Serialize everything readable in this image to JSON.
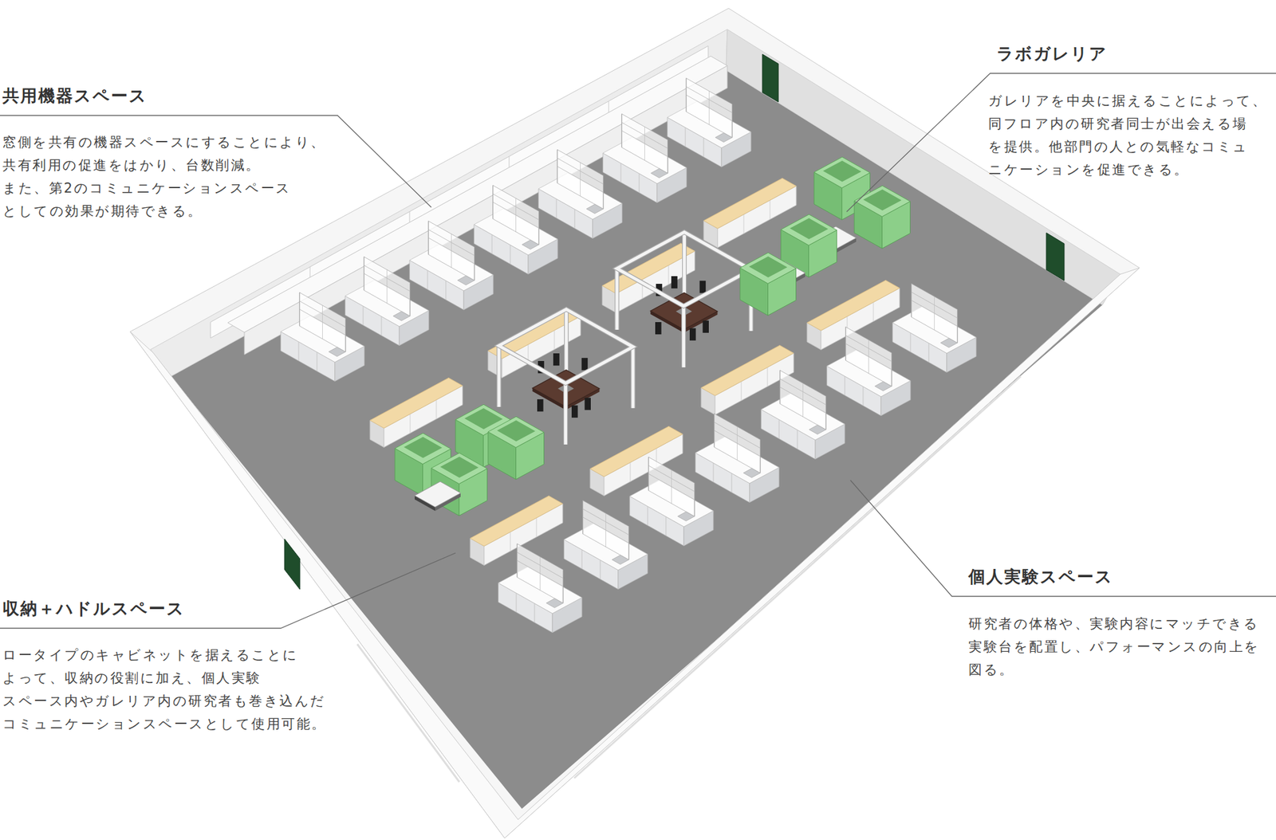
{
  "diagram": {
    "labels": [
      "ラボガレリア",
      "ガレリアを中央に据えることによって、 同フロア内の研究者同士が出会える場 を提供。他部門の人との気軽なコミュ ニケーションを促進できる。",
      "共用機器スペース",
      "窓側を共有の機器スペースにすることにより、 共有利用の促進をはかり、台数削減。 また、第2のコミュニケーションスペース としての効果が期待できる。",
      "個人実験スペース",
      "研究者の体格や、実験内容にマッチできる 実験台を配置し、パフォーマンスの向上を 図る。",
      "収納＋ハドルスペース",
      "ロータイプのキャビネットを据えることに よって、収納の役割に加え、個人実験 スペース内やガレリア内の研究者も巻き込んだ コミュニケーションスペースとして使用可能。"
    ]
  }
}
